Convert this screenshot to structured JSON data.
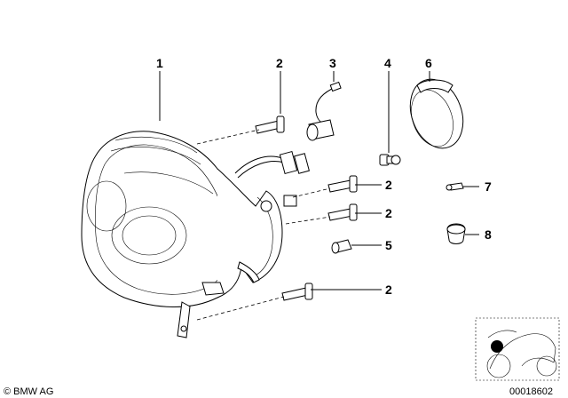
{
  "diagram": {
    "callouts": [
      {
        "id": "c1",
        "label": "1"
      },
      {
        "id": "c2a",
        "label": "2"
      },
      {
        "id": "c3",
        "label": "3"
      },
      {
        "id": "c4",
        "label": "4"
      },
      {
        "id": "c6",
        "label": "6"
      },
      {
        "id": "c2b",
        "label": "2"
      },
      {
        "id": "c7",
        "label": "7"
      },
      {
        "id": "c2c",
        "label": "2"
      },
      {
        "id": "c5",
        "label": "5"
      },
      {
        "id": "c8",
        "label": "8"
      },
      {
        "id": "c2d",
        "label": "2"
      }
    ],
    "copyright": "© BMW AG",
    "diagram_number": "00018602"
  }
}
